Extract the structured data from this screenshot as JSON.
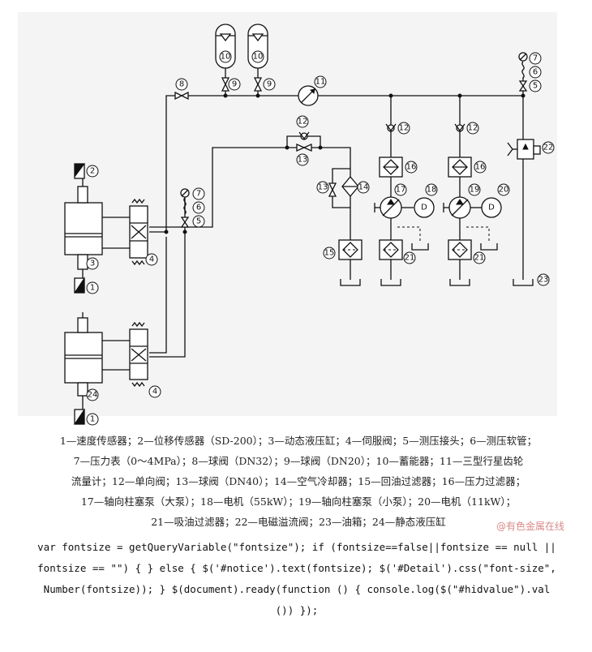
{
  "diagram": {
    "labels": [
      "1",
      "2",
      "3",
      "4",
      "5",
      "6",
      "7",
      "8",
      "9",
      "10",
      "11",
      "12",
      "13",
      "14",
      "15",
      "16",
      "17",
      "18",
      "19",
      "20",
      "21",
      "22",
      "23",
      "24"
    ],
    "symbol_letters": {
      "pressure_gauge": "",
      "motor": "D"
    }
  },
  "caption": {
    "lines": [
      "1—速度传感器；2—位移传感器（SD-200）；3—动态液压缸；4—伺服阀；5—测压接头；6—测压软管；",
      "7—压力表（0～4MPa）；8—球阀（DN32）；9—球阀（DN20）；10—蓄能器；11—三型行星齿轮",
      "流量计；12—单向阀；13—球阀（DN40）；14—空气冷却器；15—回油过滤器；16—压力过滤器；",
      "17—轴向柱塞泵（大泵）；18—电机（55kW）；19—轴向柱塞泵（小泵）；20—电机（11kW）；",
      "21—吸油过滤器；22—电磁溢流阀；23—油箱；24—静态液压缸"
    ]
  },
  "watermark": "@有色金属在线",
  "code": {
    "lines": [
      "var fontsize = getQueryVariable(\"fontsize\"); if (fontsize==false||fontsize == null ||",
      "fontsize == \"\") { } else { $('#notice').text(fontsize); $('#Detail').css(\"font-size\",",
      "Number(fontsize)); } $(document).ready(function () { console.log($(\"#hidvalue\").val",
      "()) });"
    ]
  }
}
